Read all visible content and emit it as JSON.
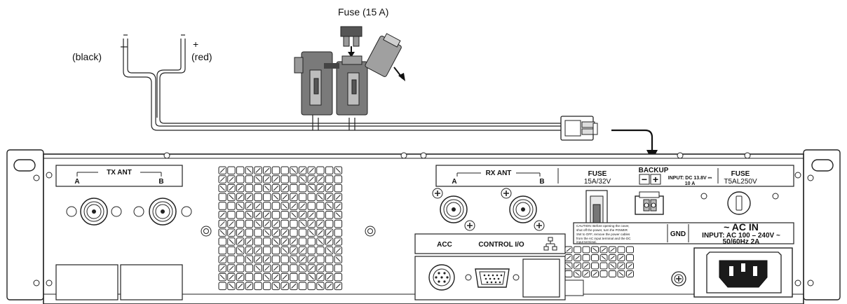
{
  "cable": {
    "fuse_label": "Fuse (15 A)",
    "neg_sign": "–",
    "neg_label": "(black)",
    "pos_sign": "+",
    "pos_label": "(red)"
  },
  "panel": {
    "tx_ant": {
      "title": "TX ANT",
      "a": "A",
      "b": "B"
    },
    "rx_ant": {
      "title": "RX ANT",
      "a": "A",
      "b": "B"
    },
    "fuse_dc": {
      "title": "FUSE",
      "rating": "15A/32V"
    },
    "backup": {
      "title": "BACKUP",
      "minus": "−",
      "plus": "+",
      "input_line1": "INPUT: DC 13.8V ⎓",
      "input_line2": "10 A"
    },
    "fuse_ac": {
      "title": "FUSE",
      "rating": "T5AL250V"
    },
    "acc_label": "ACC",
    "control_label": "CONTROL I/O",
    "caution_lines": [
      "CAUTION: Before opening the cover,",
      "shut off the power, turn the POWER",
      "SW to OFF, remove the power cables",
      "from the AC input terminal and the DC",
      "input terminal."
    ],
    "gnd_label": "GND",
    "ac_in": {
      "title": "~ AC IN",
      "line1": "INPUT: AC 100 – 240V ~",
      "line2": "50/60Hz   2A"
    }
  }
}
